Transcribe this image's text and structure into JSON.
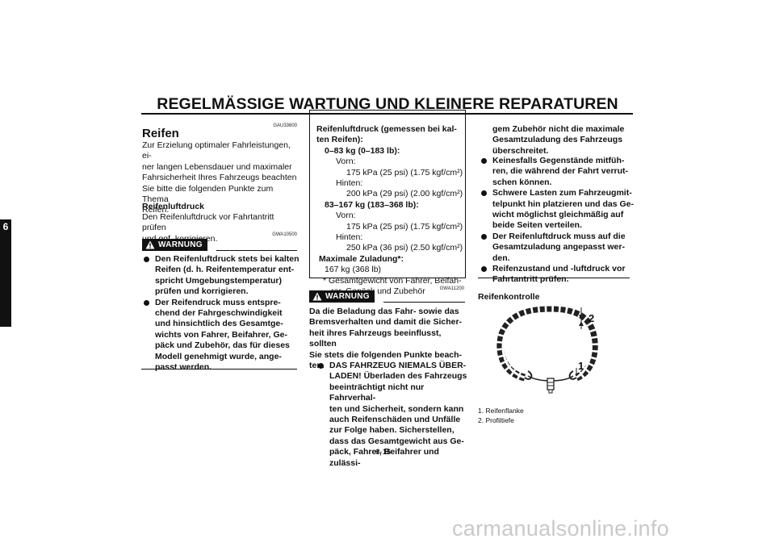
{
  "header": {
    "title": "REGELMÄSSIGE WARTUNG UND KLEINERE REPARATUREN",
    "chapter": "6"
  },
  "col1": {
    "code": "GAU33600",
    "heading": "Reifen",
    "intro": [
      "Zur Erzielung optimaler Fahrleistungen, ei-",
      "ner langen Lebensdauer und maximaler",
      "Fahrsicherheit Ihres Fahrzeugs beachten",
      "Sie bitte die folgenden Punkte zum Thema",
      "Reifen."
    ],
    "subheading": "Reifenluftdruck",
    "sub_text": [
      "Den Reifenluftdruck vor Fahrtantritt prüfen",
      "und ggf. korrigieren."
    ],
    "warning_code": "GWA10500",
    "warning_label": "WARNUNG",
    "bullets": [
      [
        "Den Reifenluftdruck stets bei kalten",
        "Reifen (d. h. Reifentemperatur ent-",
        "spricht Umgebungstemperatur)",
        "prüfen und korrigieren."
      ],
      [
        "Der Reifendruck muss entspre-",
        "chend der Fahrgeschwindigkeit",
        "und hinsichtlich des Gesamtge-",
        "wichts von Fahrer, Beifahrer, Ge-",
        "päck und Zubehör, das für dieses",
        "Modell genehmigt wurde, ange-",
        "passt werden."
      ]
    ]
  },
  "col2": {
    "spec": {
      "title": [
        "Reifenluftdruck (gemessen bei kal-",
        "ten Reifen):"
      ],
      "load1_label": "0–83 kg (0–183 lb):",
      "front_label": "Vorn:",
      "load1_front": "175 kPa (25 psi) (1.75 kgf/cm²)",
      "rear_label": "Hinten:",
      "load1_rear": "200 kPa (29 psi) (2.00 kgf/cm²)",
      "load2_label": "83–167 kg (183–368 lb):",
      "load2_front": "175 kPa (25 psi) (1.75 kgf/cm²)",
      "load2_rear": "250 kPa (36 psi) (2.50 kgf/cm²)",
      "max_label": "Maximale Zuladung*:",
      "max_value": "167 kg (368 lb)",
      "footnote": [
        "* Gesamtgewicht von Fahrer, Beifah-",
        "rer, Gepäck und Zubehör"
      ]
    },
    "warning_code": "GWA11200",
    "warning_label": "WARNUNG",
    "warning_intro": [
      "Da die Beladung das Fahr- sowie das",
      "Bremsverhalten und damit die Sicher-",
      "heit ihres Fahrzeugs beeinflusst, sollten",
      "Sie stets die folgenden Punkte beach-",
      "ten."
    ],
    "bullet": [
      "DAS FAHRZEUG NIEMALS ÜBER-",
      "LADEN! Überladen des Fahrzeugs",
      "beeinträchtigt nicht nur Fahrverhal-",
      "ten und Sicherheit, sondern kann",
      "auch Reifenschäden und Unfälle",
      "zur Folge haben. Sicherstellen,",
      "dass das Gesamtgewicht aus Ge-",
      "päck, Fahrer, Beifahrer und zulässi-"
    ]
  },
  "col3": {
    "continuation": [
      "gem Zubehör nicht die maximale",
      "Gesamtzuladung des Fahrzeugs",
      "überschreitet."
    ],
    "bullets": [
      [
        "Keinesfalls Gegenstände mitfüh-",
        "ren, die während der Fahrt verrut-",
        "schen können."
      ],
      [
        "Schwere Lasten zum Fahrzeugmit-",
        "telpunkt hin platzieren und das Ge-",
        "wicht möglichst gleichmäßig auf",
        "beide Seiten verteilen."
      ],
      [
        "Der Reifenluftdruck muss auf die",
        "Gesamtzuladung angepasst wer-",
        "den."
      ],
      [
        "Reifenzustand und -luftdruck vor",
        "Fahrtantritt prüfen."
      ]
    ],
    "subheading": "Reifenkontrolle",
    "callout_1": "1",
    "callout_2": "2",
    "captions": [
      "1. Reifenflanke",
      "2. Profiltiefe"
    ]
  },
  "footer": {
    "page_number": "6-16",
    "watermark": "carmanualsonline.info"
  }
}
